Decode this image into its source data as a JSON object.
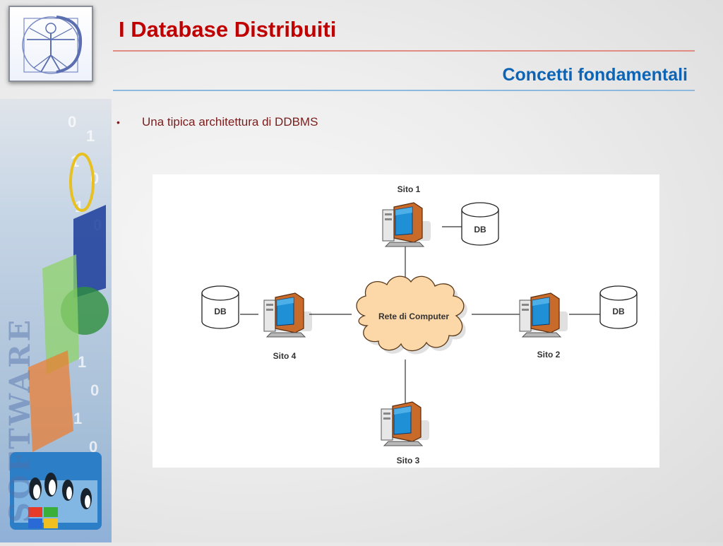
{
  "slide": {
    "title": "I Database Distribuiti",
    "subtitle": "Concetti fondamentali",
    "bullets": [
      "Una tipica architettura di DDBMS"
    ]
  },
  "sidebar": {
    "vertical_text": "SOFTWARE"
  },
  "diagram": {
    "network_label": "Rete di Computer",
    "sites": [
      {
        "label": "Sito 1",
        "db_label": "DB"
      },
      {
        "label": "Sito 2",
        "db_label": "DB"
      },
      {
        "label": "Sito 3"
      },
      {
        "label": "Sito 4",
        "db_label": "DB"
      }
    ]
  },
  "colors": {
    "title": "#c00000",
    "subtitle": "#0d64b4",
    "bullet_text": "#7a1d1d",
    "cloud_fill": "#fcd7a8",
    "monitor_screen": "#1f8fd6",
    "computer_case": "#c86a2a"
  }
}
